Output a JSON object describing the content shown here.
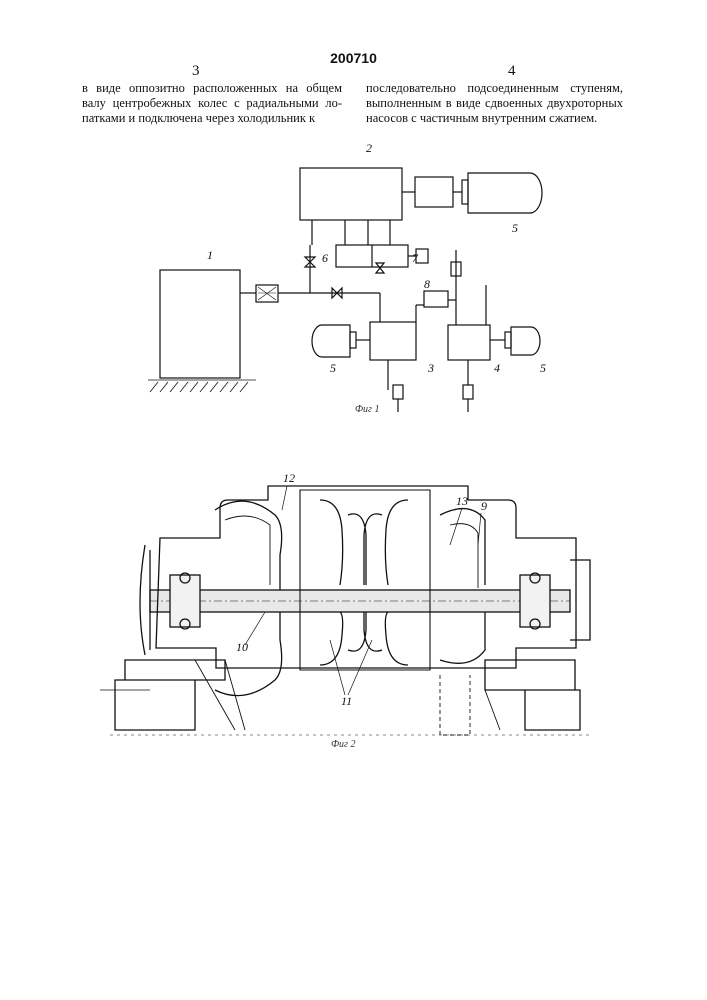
{
  "header": {
    "patent_number": "200710",
    "left_column_number": "3",
    "right_column_number": "4"
  },
  "text": {
    "left_column_lines": [
      "в виде оппозитно  расположенных на общем",
      "валу центробежных колес с радиальными ло-",
      "патками и подключена через холодильник к"
    ],
    "right_column_lines": [
      "последовательно  подсоединенным  ступеням,",
      "выполненным в виде сдвоенных двухроторных",
      "насосов с частичным внутренним сжатием."
    ]
  },
  "figure1": {
    "caption": "Фиг 1",
    "labels": {
      "tank": "1",
      "unit_top": "2",
      "compressor_a": "3",
      "compressor_b": "4",
      "motor_top": "5",
      "motor_left": "5",
      "motor_right": "5",
      "valve_block_left": "6",
      "valve_block_right": "7",
      "cooler": "8"
    }
  },
  "figure2": {
    "caption": "Фиг 2",
    "labels": {
      "l9": "9",
      "l10": "10",
      "l11": "11",
      "l12": "12",
      "l13": "13"
    }
  }
}
